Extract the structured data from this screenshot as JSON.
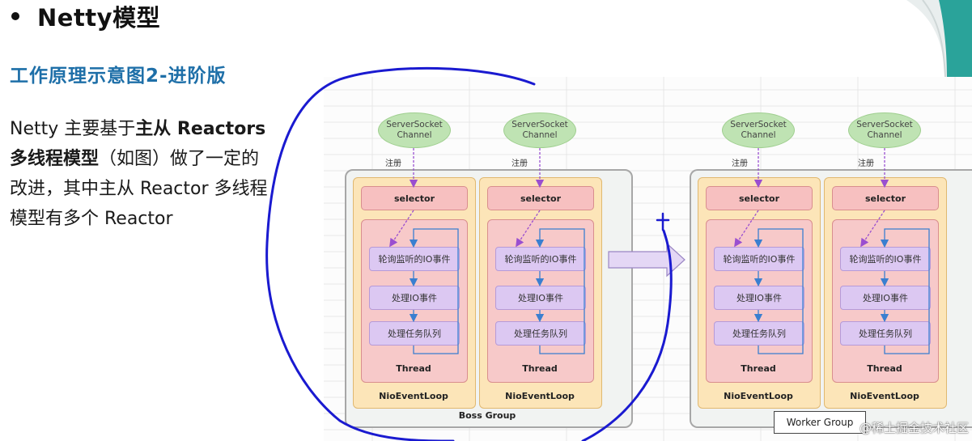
{
  "slide": {
    "title": "Netty模型",
    "subtitle": "工作原理示意图2-进阶版",
    "description": {
      "part1": "Netty 主要基于",
      "bold1": "主从 Reactors 多线程模型",
      "part2": "（如图）做了一定的改进，其中主从 Reactor 多线程模型有多个 Reactor"
    }
  },
  "diagram": {
    "channel_label_line1": "ServerSocket",
    "channel_label_line2": "Channel",
    "register_label": "注册",
    "selector_label": "selector",
    "step_poll": "轮询监听的IO事件",
    "step_process_io": "处理IO事件",
    "step_process_tasks": "处理任务队列",
    "thread_label": "Thread",
    "loop_label": "NioEventLoop",
    "boss_group_label": "Boss Group",
    "worker_group_label": "Worker Group"
  },
  "watermark": "@稀土掘金技术社区",
  "colors": {
    "subtitle": "#1e6fa8",
    "annotation_ink": "#1a1ad0",
    "teal_accent": "#2aa39a"
  }
}
